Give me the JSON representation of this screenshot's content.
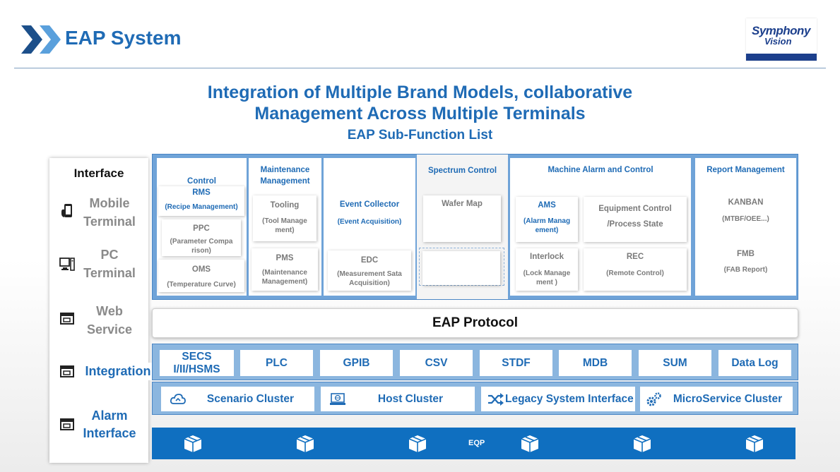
{
  "header": {
    "title": "EAP System",
    "logo_line1": "Symphony",
    "logo_line2": "Vision"
  },
  "headline": {
    "line1": "Integration of Multiple Brand Models, collaborative",
    "line2": "Management Across Multiple Terminals",
    "subtitle": "EAP Sub-Function List"
  },
  "interface": {
    "title": "Interface",
    "items": [
      {
        "line1": "Mobile",
        "line2": "Terminal",
        "icon": "mobile-icon"
      },
      {
        "line1": "PC",
        "line2": "Terminal",
        "icon": "pc-icon"
      },
      {
        "line1": "Web",
        "line2": "Service",
        "icon": "window-icon"
      },
      {
        "line1": "Integration",
        "line2": "",
        "icon": "window-icon"
      },
      {
        "line1": "Alarm",
        "line2": "Interface",
        "icon": "window-icon"
      }
    ]
  },
  "subfunctions": {
    "control": {
      "title": "Control",
      "rms": "RMS",
      "rms_sub": "(Recipe Management)",
      "ppc": "PPC",
      "ppc_sub": "(Parameter Compa rison)",
      "oms": "OMS",
      "oms_sub": "(Temperature Curve)"
    },
    "maintenance": {
      "title": "Maintenance Management",
      "tooling": "Tooling",
      "tooling_sub": "(Tool Manage ment)",
      "pms": "PMS",
      "pms_sub": "(Maintenance Management)"
    },
    "event": {
      "title": "Event Collector",
      "title_sub": "(Event Acquisition)",
      "edc": "EDC",
      "edc_sub": "(Measurement Sata Acquisition)"
    },
    "spectrum": {
      "title": "Spectrum Control",
      "wafer": "Wafer Map"
    },
    "alarm": {
      "title": "Machine Alarm and Control",
      "ams": "AMS",
      "ams_sub": "(Alarm Manag ement)",
      "equip": "Equipment Control",
      "equip_sub": "/Process State",
      "interlock": "Interlock",
      "interlock_sub": "(Lock Manage ment )",
      "rec": "REC",
      "rec_sub": "(Remote Control)"
    },
    "report": {
      "title": "Report Management",
      "kanban": "KANBAN",
      "kanban_sub": "(MTBF/OEE...)",
      "fmb": "FMB",
      "fmb_sub": "(FAB Report)"
    }
  },
  "protocol": "EAP Protocol",
  "protocols": [
    "SECS I/II/HSMS",
    "PLC",
    "GPIB",
    "CSV",
    "STDF",
    "MDB",
    "SUM",
    "Data Log"
  ],
  "clusters": [
    {
      "label": "Scenario Cluster",
      "icon": "cloud-icon"
    },
    {
      "label": "Host Cluster",
      "icon": "laptop-icon"
    },
    {
      "label": "Legacy System Interface",
      "icon": "shuffle-icon"
    },
    {
      "label": "MicroService Cluster",
      "icon": "gears-icon"
    }
  ],
  "eqp_label": "EQP",
  "colors": {
    "accent": "#1f6bb5",
    "panel": "#6fa3d8",
    "eqp": "#0f6fc0"
  }
}
